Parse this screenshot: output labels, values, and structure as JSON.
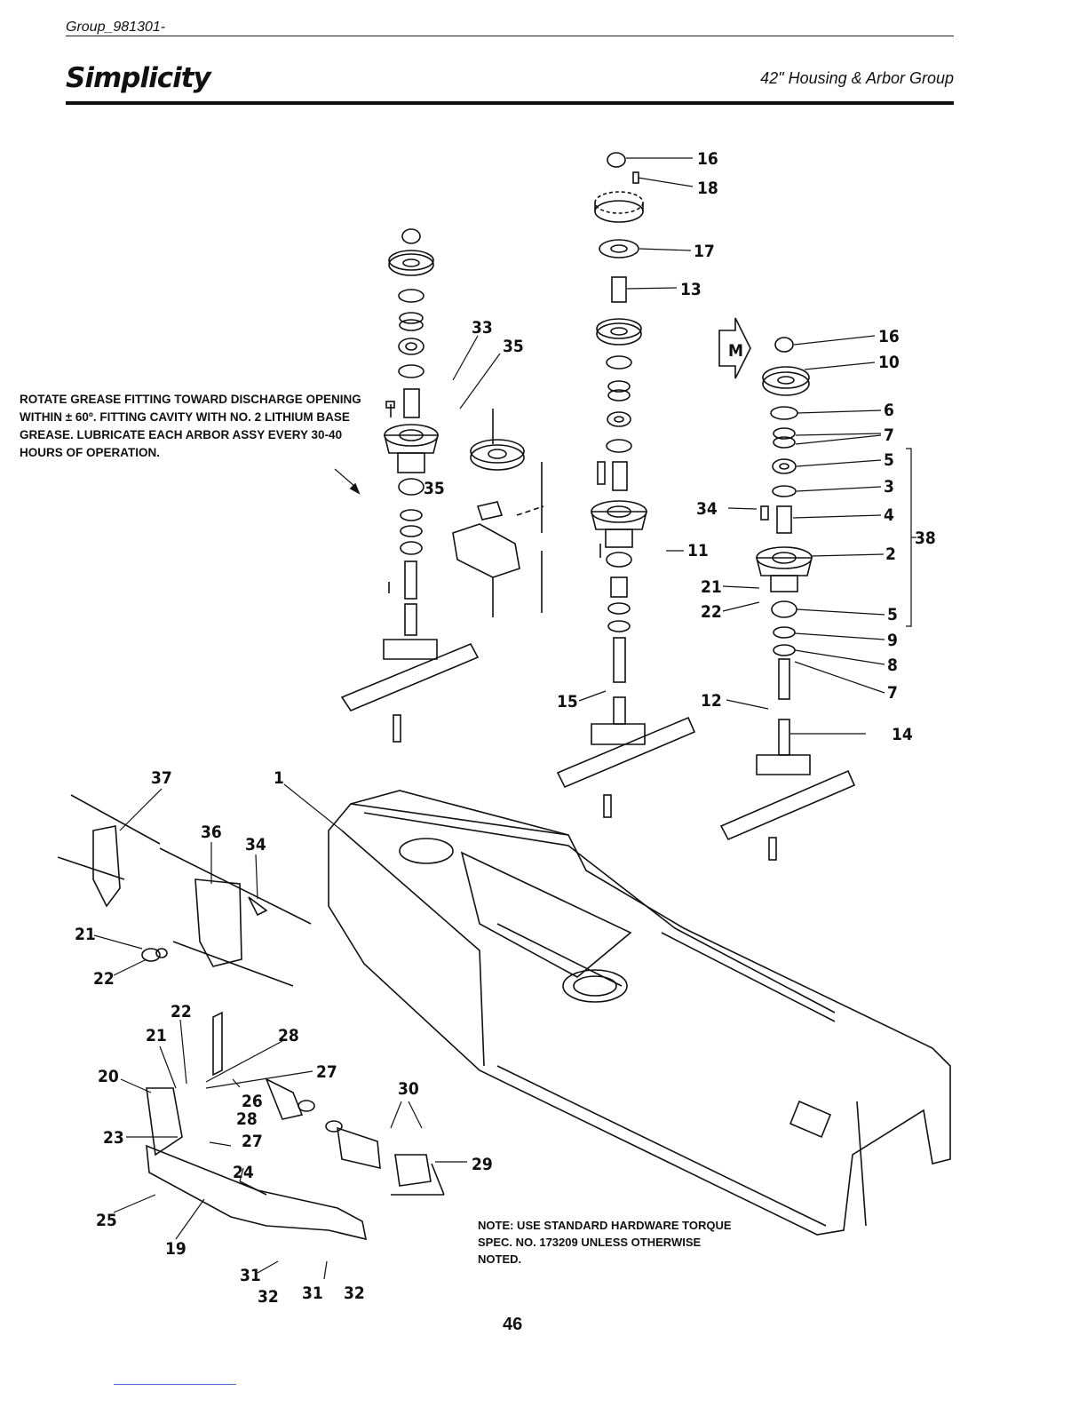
{
  "header": {
    "group": "Group_981301-",
    "brand": "Simplicity",
    "title": "42\" Housing & Arbor Group"
  },
  "notes": {
    "grease": "ROTATE GREASE FITTING TOWARD DISCHARGE OPENING WITHIN ± 60º. FITTING CAVITY WITH NO. 2 LITHIUM BASE GREASE. LUBRICATE EACH ARBOR ASSY EVERY 30-40 HOURS OF OPERATION.",
    "torque": "NOTE: USE STANDARD HARDWARE TORQUE SPEC. NO. 173209 UNLESS OTHERWISE NOTED."
  },
  "symbols": {
    "motor_marker": "M"
  },
  "page_number": "46",
  "callouts": [
    "16",
    "18",
    "17",
    "13",
    "16",
    "10",
    "6",
    "7",
    "5",
    "3",
    "4",
    "38",
    "34",
    "2",
    "11",
    "21",
    "22",
    "5",
    "9",
    "8",
    "7",
    "12",
    "14",
    "15",
    "33",
    "35",
    "35",
    "37",
    "1",
    "36",
    "34",
    "21",
    "22",
    "22",
    "21",
    "28",
    "20",
    "27",
    "26",
    "28",
    "27",
    "23",
    "24",
    "30",
    "29",
    "25",
    "19",
    "31",
    "32",
    "31",
    "32"
  ]
}
